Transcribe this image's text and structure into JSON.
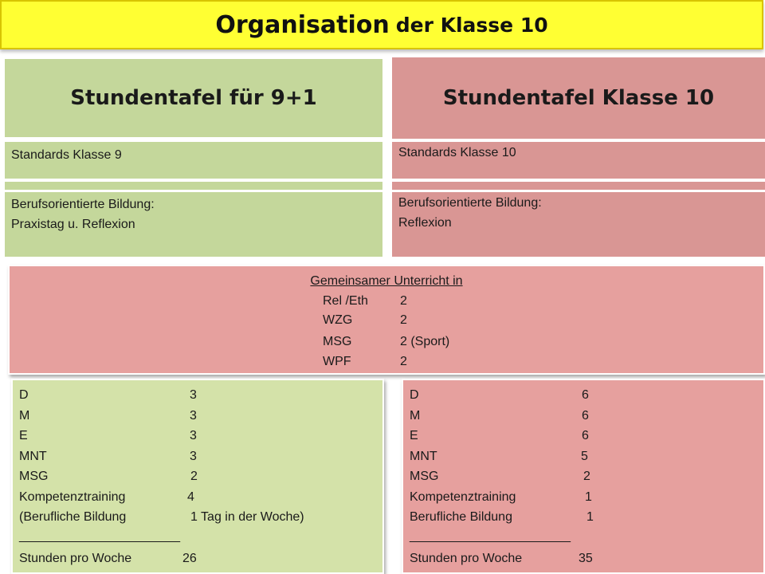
{
  "title": {
    "main": "Organisation",
    "sub": "der Klasse 10"
  },
  "left_panel": {
    "heading": "Stundentafel für 9+1",
    "standards": "Standards Klasse 9",
    "bildung_line1": "Berufsorientierte  Bildung:",
    "bildung_line2": "Praxistag u. Reflexion"
  },
  "right_panel": {
    "heading": "Stundentafel Klasse 10",
    "standards": "Standards Klasse 10",
    "bildung_line1": "Berufsorientierte  Bildung:",
    "bildung_line2": "Reflexion"
  },
  "common": {
    "heading": "Gemeinsamer  Unterricht  in",
    "rows": [
      {
        "subject": "Rel /Eth",
        "hours": "2"
      },
      {
        "subject": "WZG",
        "hours": "2"
      },
      {
        "subject": "MSG",
        "hours": "2 (Sport)"
      },
      {
        "subject": "WPF",
        "hours": "2"
      }
    ]
  },
  "left_list": {
    "rows": [
      {
        "name": "D",
        "value": "3"
      },
      {
        "name": "M",
        "value": "3"
      },
      {
        "name": "E",
        "value": "3"
      },
      {
        "name": "MNT",
        "value": "3"
      },
      {
        "name": "MSG",
        "value": "2"
      },
      {
        "name": "Kompetenztraining",
        "value": "4"
      },
      {
        "name": "(Berufliche  Bildung",
        "value": "1 Tag in der  Woche)"
      }
    ],
    "separator": "________________________",
    "total_label": "Stunden pro Woche",
    "total_value": "26"
  },
  "right_list": {
    "rows": [
      {
        "name": "D",
        "value": "6"
      },
      {
        "name": "M",
        "value": "6"
      },
      {
        "name": "E",
        "value": "6"
      },
      {
        "name": "MNT",
        "value": "5"
      },
      {
        "name": "MSG",
        "value": "2"
      },
      {
        "name": "Kompetenztraining",
        "value": "1"
      },
      {
        "name": "Berufliche  Bildung",
        "value": "1"
      }
    ],
    "separator": "________________________",
    "total_label": "Stunden pro Woche",
    "total_value": "35"
  },
  "colors": {
    "title_bg": "#ffff33",
    "green": "#c4d79b",
    "green_light": "#d4e2a9",
    "pink": "#d99694",
    "pink_light": "#e6a09e"
  }
}
